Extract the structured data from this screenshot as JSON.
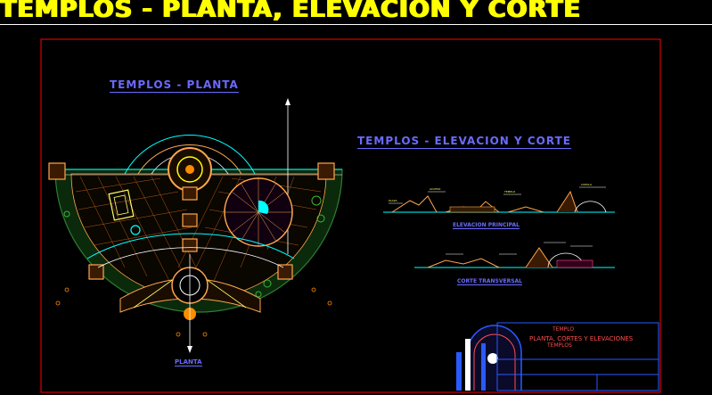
{
  "main_title": "TEMPLOS - PLANTA, ELEVACION Y CORTE",
  "plan_title": "TEMPLOS - PLANTA",
  "elevation_title": "TEMPLOS - ELEVACION Y CORTE",
  "plan_label": "PLANTA",
  "elevation_label": "ELEVACION PRINCIPAL",
  "section_label": "CORTE TRANSVERSAL",
  "title_block": {
    "line1": "TEMPLO",
    "line2": "PLANTA, CORTES Y ELEVACIONES",
    "line3": "TEMPLOS"
  },
  "colors": {
    "background": "#000000",
    "title": "#ffff00",
    "frame": "#ff0000",
    "label": "#5a5aff",
    "cyan": "#00ffff",
    "orange": "#ff8c00",
    "green": "#2e7d32"
  }
}
